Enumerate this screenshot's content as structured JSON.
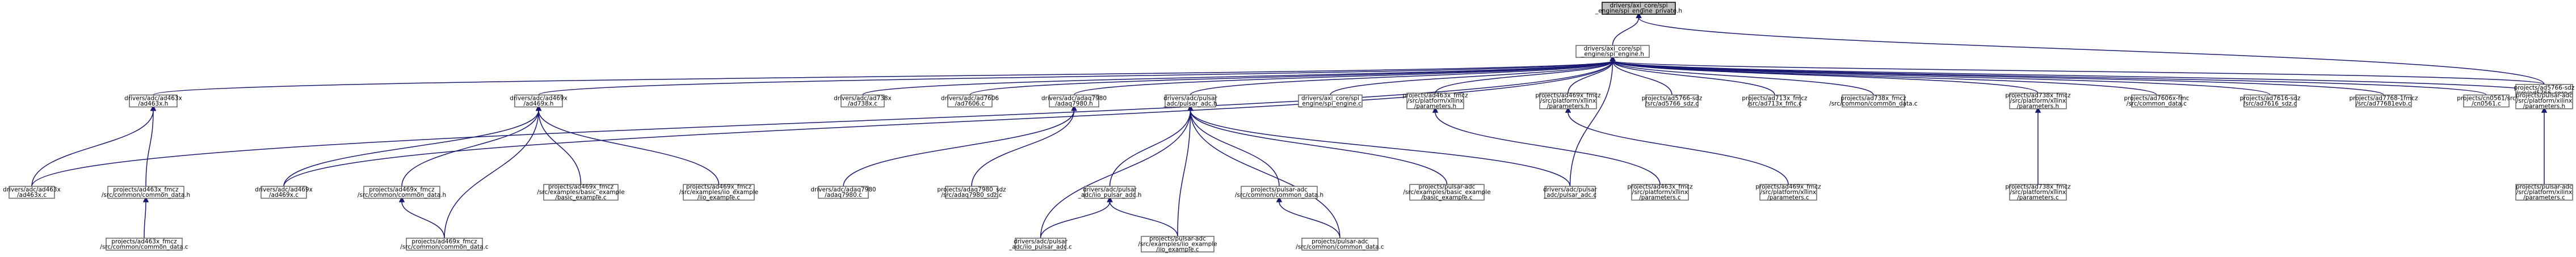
{
  "graph": {
    "type": "include-dependency-graph",
    "colors": {
      "edge": "#191970",
      "node_border": "#666666",
      "node_fill": "#ffffff",
      "highlight_fill": "#bfbfbf"
    },
    "nodes": [
      {
        "id": "spi_engine_private",
        "lines": [
          "drivers/axi_core/spi",
          "_engine/spi_engine_private.h"
        ],
        "highlight": true
      },
      {
        "id": "spi_engine_h",
        "lines": [
          "drivers/axi_core/spi",
          "_engine/spi_engine.h"
        ]
      },
      {
        "id": "ad5766_core",
        "lines": [
          "projects/ad5766-sdz",
          "/src/ad5766_core.c"
        ]
      },
      {
        "id": "ad463x_h",
        "lines": [
          "drivers/adc/ad463x",
          "/ad463x.h"
        ]
      },
      {
        "id": "ad469x_h",
        "lines": [
          "drivers/adc/ad469x",
          "/ad469x.h"
        ]
      },
      {
        "id": "ad738x",
        "lines": [
          "drivers/adc/ad738x",
          "/ad738x.c"
        ]
      },
      {
        "id": "ad7606",
        "lines": [
          "drivers/adc/ad7606",
          "/ad7606.c"
        ]
      },
      {
        "id": "adaq7980_h",
        "lines": [
          "drivers/adc/adaq7980",
          "/adaq7980.h"
        ]
      },
      {
        "id": "pulsar_adc_h",
        "lines": [
          "drivers/adc/pulsar",
          "_adc/pulsar_adc.h"
        ]
      },
      {
        "id": "spi_engine_c",
        "lines": [
          "drivers/axi_core/spi",
          "_engine/spi_engine.c"
        ]
      },
      {
        "id": "ad463x_params_h",
        "lines": [
          "projects/ad463x_fmcz",
          "/src/platform/xilinx",
          "/parameters.h"
        ]
      },
      {
        "id": "ad469x_params_h",
        "lines": [
          "projects/ad469x_fmcz",
          "/src/platform/xilinx",
          "/parameters.h"
        ]
      },
      {
        "id": "ad5766_sdz",
        "lines": [
          "projects/ad5766-sdz",
          "/src/ad5766_sdz.c"
        ]
      },
      {
        "id": "ad713x_fmc",
        "lines": [
          "projects/ad713x_fmcz",
          "/src/ad713x_fmc.c"
        ]
      },
      {
        "id": "ad738x_common_c",
        "lines": [
          "projects/ad738x_fmcz",
          "/src/common/common_data.c"
        ]
      },
      {
        "id": "ad738x_params_h",
        "lines": [
          "projects/ad738x_fmcz",
          "/src/platform/xilinx",
          "/parameters.h"
        ]
      },
      {
        "id": "ad7606x_common_c",
        "lines": [
          "projects/ad7606x-fmc",
          "/src/common_data.c"
        ]
      },
      {
        "id": "ad7616_sdz",
        "lines": [
          "projects/ad7616-sdz",
          "/src/ad7616_sdz.c"
        ]
      },
      {
        "id": "ad7768_evb",
        "lines": [
          "projects/ad7768-1fmcz",
          "/src/ad77681evb.c"
        ]
      },
      {
        "id": "cn0561",
        "lines": [
          "projects/cn0561/src",
          "/cn0561.c"
        ]
      },
      {
        "id": "pulsar_params_h",
        "lines": [
          "projects/pulsar-adc",
          "/src/platform/xilinx",
          "/parameters.h"
        ]
      },
      {
        "id": "ad463x_c",
        "lines": [
          "drivers/adc/ad463x",
          "/ad463x.c"
        ]
      },
      {
        "id": "ad463x_common_h",
        "lines": [
          "projects/ad463x_fmcz",
          "/src/common/common_data.h"
        ]
      },
      {
        "id": "ad463x_common_c",
        "lines": [
          "projects/ad463x_fmcz",
          "/src/common/common_data.c"
        ]
      },
      {
        "id": "ad469x_c",
        "lines": [
          "drivers/adc/ad469x",
          "/ad469x.c"
        ]
      },
      {
        "id": "ad469x_common_h",
        "lines": [
          "projects/ad469x_fmcz",
          "/src/common/common_data.h"
        ]
      },
      {
        "id": "ad469x_basic",
        "lines": [
          "projects/ad469x_fmcz",
          "/src/examples/basic_example",
          "/basic_example.c"
        ]
      },
      {
        "id": "ad469x_iio",
        "lines": [
          "projects/ad469x_fmcz",
          "/src/examples/iio_example",
          "/iio_example.c"
        ]
      },
      {
        "id": "ad469x_common_c",
        "lines": [
          "projects/ad469x_fmcz",
          "/src/common/common_data.c"
        ]
      },
      {
        "id": "adaq7980_c",
        "lines": [
          "drivers/adc/adaq7980",
          "/adaq7980.c"
        ]
      },
      {
        "id": "adaq7980_sdz",
        "lines": [
          "projects/adaq7980_sdz",
          "/src/adaq7980_sdz.c"
        ]
      },
      {
        "id": "iio_pulsar_h",
        "lines": [
          "drivers/adc/pulsar",
          "_adc/iio_pulsar_adc.h"
        ]
      },
      {
        "id": "pulsar_common_h",
        "lines": [
          "projects/pulsar-adc",
          "/src/common/common_data.h"
        ]
      },
      {
        "id": "pulsar_basic",
        "lines": [
          "projects/pulsar-adc",
          "/src/examples/basic_example",
          "/basic_example.c"
        ]
      },
      {
        "id": "pulsar_adc_c",
        "lines": [
          "drivers/adc/pulsar",
          "_adc/pulsar_adc.c"
        ]
      },
      {
        "id": "iio_pulsar_c",
        "lines": [
          "drivers/adc/pulsar",
          "_adc/iio_pulsar_adc.c"
        ]
      },
      {
        "id": "pulsar_iio_ex",
        "lines": [
          "projects/pulsar-adc",
          "/src/examples/iio_example",
          "/iio_example.c"
        ]
      },
      {
        "id": "pulsar_common_c",
        "lines": [
          "projects/pulsar-adc",
          "/src/common/common_data.c"
        ]
      },
      {
        "id": "ad463x_params_c",
        "lines": [
          "projects/ad463x_fmcz",
          "/src/platform/xilinx",
          "/parameters.c"
        ]
      },
      {
        "id": "ad469x_params_c",
        "lines": [
          "projects/ad469x_fmcz",
          "/src/platform/xilinx",
          "/parameters.c"
        ]
      },
      {
        "id": "ad738x_params_c",
        "lines": [
          "projects/ad738x_fmcz",
          "/src/platform/xilinx",
          "/parameters.c"
        ]
      },
      {
        "id": "pulsar_params_c",
        "lines": [
          "projects/pulsar-adc",
          "/src/platform/xilinx",
          "/parameters.c"
        ]
      }
    ]
  }
}
